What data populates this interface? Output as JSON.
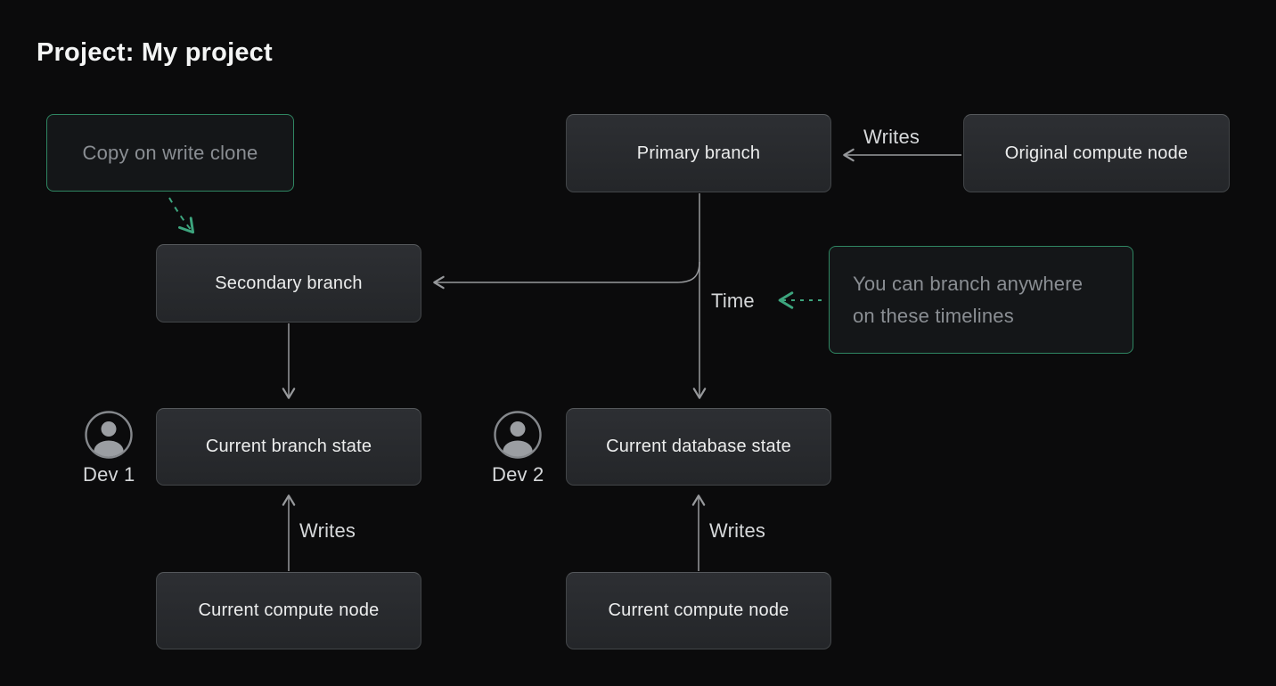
{
  "title": "Project: My project",
  "nodes": {
    "primary": {
      "label": "Primary branch"
    },
    "original_compute": {
      "label": "Original compute node"
    },
    "secondary": {
      "label": "Secondary branch"
    },
    "current_branch_state": {
      "label": "Current branch state"
    },
    "current_database_state": {
      "label": "Current database state"
    },
    "compute_left": {
      "label": "Current compute node"
    },
    "compute_right": {
      "label": "Current compute node"
    }
  },
  "callouts": {
    "copy_on_write": {
      "label": "Copy on write clone"
    },
    "branch_anywhere": {
      "line1": "You can branch anywhere",
      "line2": "on these timelines"
    }
  },
  "edge_labels": {
    "writes_top": "Writes",
    "writes_left": "Writes",
    "writes_right": "Writes",
    "time": "Time"
  },
  "devs": {
    "dev1": {
      "label": "Dev 1"
    },
    "dev2": {
      "label": "Dev 2"
    }
  },
  "colors": {
    "background": "#0b0b0c",
    "node_background": "#282a2d",
    "node_text": "#eceded",
    "callout_border_green": "#2f8662",
    "dashed_arrow_green": "#3da57e",
    "arrow_gray": "#97999c",
    "muted_text": "#8a8e93"
  }
}
